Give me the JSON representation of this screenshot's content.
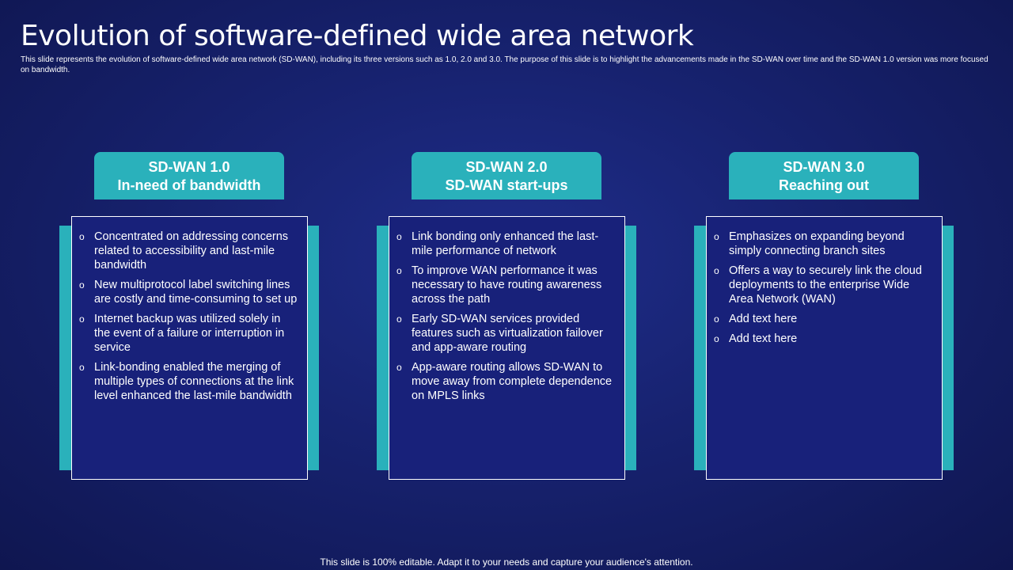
{
  "slide": {
    "title": "Evolution of software-defined wide area network",
    "subtitle": "This slide represents the evolution of software-defined wide area network (SD-WAN), including its three versions such as 1.0, 2.0 and 3.0. The purpose of this slide is to highlight the advancements made in the SD-WAN over time and the SD-WAN 1.0 version was more focused on bandwidth.",
    "footer": "This slide is 100% editable. Adapt it to your needs and capture your audience's attention.",
    "bullet_marker": "o"
  },
  "colors": {
    "background": "#17226f",
    "accent": "#2ab1bb",
    "box_fill": "#18217a",
    "text": "#ffffff"
  },
  "columns": [
    {
      "version": "SD-WAN 1.0",
      "label": "In-need of bandwidth",
      "bullets": [
        "Concentrated on addressing concerns related to accessibility and last-mile bandwidth",
        "New multiprotocol label switching lines are costly and time-consuming to set up",
        "Internet backup was utilized solely in the event of a failure or interruption in service",
        "Link-bonding enabled the merging of multiple types of connections at the link level enhanced the last-mile bandwidth"
      ]
    },
    {
      "version": "SD-WAN 2.0",
      "label": "SD-WAN start-ups",
      "bullets": [
        "Link bonding only enhanced the last-mile performance of network",
        "To improve WAN performance it was necessary to have routing awareness across the path",
        "Early SD-WAN services provided features such as virtualization failover and app-aware routing",
        "App-aware routing allows SD-WAN to move away from complete dependence on MPLS links"
      ]
    },
    {
      "version": "SD-WAN 3.0",
      "label": "Reaching out",
      "bullets": [
        "Emphasizes on expanding beyond simply connecting branch sites",
        "Offers a way to securely link the cloud deployments to the enterprise Wide Area Network (WAN)",
        "Add text here",
        "Add text here"
      ]
    }
  ]
}
